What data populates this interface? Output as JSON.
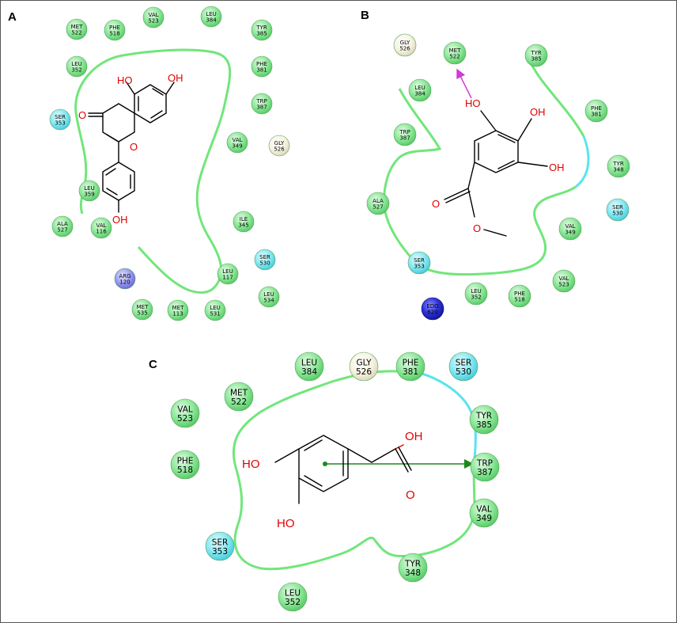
{
  "panels": {
    "A": {
      "label": "A",
      "residues": [
        {
          "id": "a-met522",
          "name": "MET",
          "num": "522",
          "kind": "hydrophobic"
        },
        {
          "id": "a-phe518",
          "name": "PHE",
          "num": "518",
          "kind": "hydrophobic"
        },
        {
          "id": "a-val523",
          "name": "VAL",
          "num": "523",
          "kind": "hydrophobic"
        },
        {
          "id": "a-leu384",
          "name": "LEU",
          "num": "384",
          "kind": "hydrophobic"
        },
        {
          "id": "a-tyr385",
          "name": "TYR",
          "num": "385",
          "kind": "hydrophobic"
        },
        {
          "id": "a-leu352",
          "name": "LEU",
          "num": "352",
          "kind": "hydrophobic"
        },
        {
          "id": "a-phe381",
          "name": "PHE",
          "num": "381",
          "kind": "hydrophobic"
        },
        {
          "id": "a-trp387",
          "name": "TRP",
          "num": "387",
          "kind": "hydrophobic"
        },
        {
          "id": "a-ser353",
          "name": "SER",
          "num": "353",
          "kind": "polar"
        },
        {
          "id": "a-gly526",
          "name": "GLY",
          "num": "526",
          "kind": "glycine"
        },
        {
          "id": "a-val349",
          "name": "VAL",
          "num": "349",
          "kind": "hydrophobic"
        },
        {
          "id": "a-leu359",
          "name": "LEU",
          "num": "359",
          "kind": "hydrophobic"
        },
        {
          "id": "a-ile345",
          "name": "ILE",
          "num": "345",
          "kind": "hydrophobic"
        },
        {
          "id": "a-ala527",
          "name": "ALA",
          "num": "527",
          "kind": "hydrophobic"
        },
        {
          "id": "a-val116",
          "name": "VAL",
          "num": "116",
          "kind": "hydrophobic"
        },
        {
          "id": "a-ser530",
          "name": "SER",
          "num": "530",
          "kind": "polar"
        },
        {
          "id": "a-arg120",
          "name": "ARG",
          "num": "120",
          "kind": "positive"
        },
        {
          "id": "a-leu117",
          "name": "LEU",
          "num": "117",
          "kind": "hydrophobic"
        },
        {
          "id": "a-leu534",
          "name": "LEU",
          "num": "534",
          "kind": "hydrophobic"
        },
        {
          "id": "a-met535",
          "name": "MET",
          "num": "535",
          "kind": "hydrophobic"
        },
        {
          "id": "a-met113",
          "name": "MET",
          "num": "113",
          "kind": "hydrophobic"
        },
        {
          "id": "a-leu531",
          "name": "LEU",
          "num": "531",
          "kind": "hydrophobic"
        }
      ],
      "atoms": [
        "HO",
        "OH",
        "O",
        "O",
        "OH"
      ]
    },
    "B": {
      "label": "B",
      "residues": [
        {
          "id": "b-gly526",
          "name": "GLY",
          "num": "526",
          "kind": "glycine"
        },
        {
          "id": "b-met522",
          "name": "MET",
          "num": "522",
          "kind": "hydrophobic"
        },
        {
          "id": "b-tyr385",
          "name": "TYR",
          "num": "385",
          "kind": "hydrophobic"
        },
        {
          "id": "b-leu384",
          "name": "LEU",
          "num": "384",
          "kind": "hydrophobic"
        },
        {
          "id": "b-phe381",
          "name": "PHE",
          "num": "381",
          "kind": "hydrophobic"
        },
        {
          "id": "b-trp387",
          "name": "TRP",
          "num": "387",
          "kind": "hydrophobic"
        },
        {
          "id": "b-tyr348",
          "name": "TYR",
          "num": "348",
          "kind": "hydrophobic"
        },
        {
          "id": "b-ala527",
          "name": "ALA",
          "num": "527",
          "kind": "hydrophobic"
        },
        {
          "id": "b-ser530",
          "name": "SER",
          "num": "530",
          "kind": "polar"
        },
        {
          "id": "b-val349",
          "name": "VAL",
          "num": "349",
          "kind": "hydrophobic"
        },
        {
          "id": "b-ser353",
          "name": "SER",
          "num": "353",
          "kind": "polar"
        },
        {
          "id": "b-val523",
          "name": "VAL",
          "num": "523",
          "kind": "hydrophobic"
        },
        {
          "id": "b-leu352",
          "name": "LEU",
          "num": "352",
          "kind": "hydrophobic"
        },
        {
          "id": "b-phe518",
          "name": "PHE",
          "num": "518",
          "kind": "hydrophobic"
        },
        {
          "id": "b-edo620",
          "name": "EDO",
          "num": "620",
          "kind": "ligand"
        }
      ],
      "atoms": [
        "HO",
        "OH",
        "OH",
        "O",
        "O"
      ]
    },
    "C": {
      "label": "C",
      "residues": [
        {
          "id": "c-leu384",
          "name": "LEU",
          "num": "384",
          "kind": "hydrophobic"
        },
        {
          "id": "c-gly526",
          "name": "GLY",
          "num": "526",
          "kind": "glycine"
        },
        {
          "id": "c-phe381",
          "name": "PHE",
          "num": "381",
          "kind": "hydrophobic"
        },
        {
          "id": "c-ser530",
          "name": "SER",
          "num": "530",
          "kind": "polar"
        },
        {
          "id": "c-met522",
          "name": "MET",
          "num": "522",
          "kind": "hydrophobic"
        },
        {
          "id": "c-val523",
          "name": "VAL",
          "num": "523",
          "kind": "hydrophobic"
        },
        {
          "id": "c-tyr385",
          "name": "TYR",
          "num": "385",
          "kind": "hydrophobic"
        },
        {
          "id": "c-phe518",
          "name": "PHE",
          "num": "518",
          "kind": "hydrophobic"
        },
        {
          "id": "c-trp387",
          "name": "TRP",
          "num": "387",
          "kind": "hydrophobic"
        },
        {
          "id": "c-val349",
          "name": "VAL",
          "num": "349",
          "kind": "hydrophobic"
        },
        {
          "id": "c-ser353",
          "name": "SER",
          "num": "353",
          "kind": "polar"
        },
        {
          "id": "c-tyr348",
          "name": "TYR",
          "num": "348",
          "kind": "hydrophobic"
        },
        {
          "id": "c-leu352",
          "name": "LEU",
          "num": "352",
          "kind": "hydrophobic"
        }
      ],
      "atoms": [
        "OH",
        "HO",
        "O",
        "HO"
      ]
    }
  },
  "colors": {
    "hydrophobic": "#7fe08a",
    "polar": "#6fe3ef",
    "glycine": "#f4f2de",
    "positive": "#8f8ff0",
    "ligand": "#2b2fd6",
    "pocket_hydrophobic": "#71e67b",
    "pocket_polar": "#59e4ef",
    "hbond": "#d13ad9",
    "pi_stack": "#1a8a1a",
    "atom": "#e00000"
  }
}
